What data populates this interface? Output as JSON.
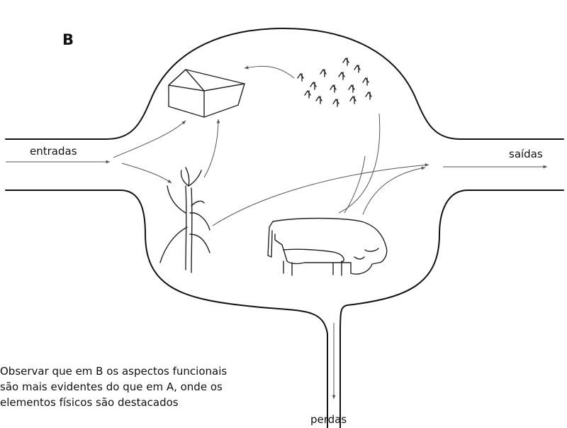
{
  "panel_label": "B",
  "flows": {
    "inputs": "entradas",
    "outputs": "saídas",
    "losses": "perdas"
  },
  "caption": [
    "Observar que em B os aspectos funcionais",
    "são mais evidentes do que em A, onde os",
    "elementos físicos são destacados"
  ]
}
